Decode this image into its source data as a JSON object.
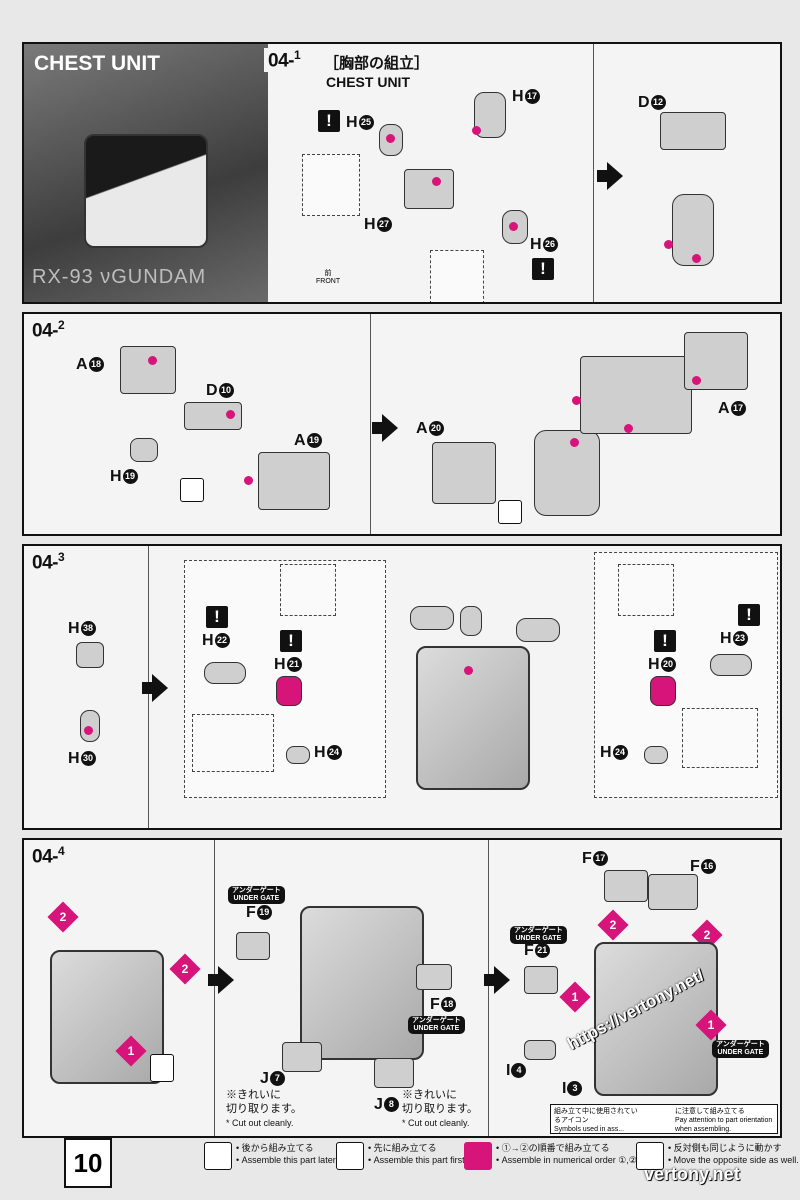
{
  "header": {
    "section_title": "CHEST UNIT",
    "model_name": "RX-93 νGUNDAM"
  },
  "step1": {
    "label": "04-",
    "sub": "1",
    "title_jp": "［胸部の組立］",
    "title_en": "CHEST UNIT",
    "parts": [
      "H",
      "H",
      "H",
      "H",
      "D"
    ],
    "part_nums": [
      "25",
      "17",
      "27",
      "26",
      "12"
    ],
    "front_label": "FRONT",
    "front_jp": "前"
  },
  "step2": {
    "label": "04-",
    "sub": "2",
    "parts": [
      "A",
      "D",
      "H",
      "A",
      "A",
      "A"
    ],
    "part_nums": [
      "18",
      "10",
      "19",
      "19",
      "20",
      "17"
    ]
  },
  "step3": {
    "label": "04-",
    "sub": "3",
    "parts": [
      "H",
      "H",
      "H",
      "H",
      "H",
      "H",
      "H",
      "H"
    ],
    "part_nums": [
      "38",
      "30",
      "22",
      "21",
      "24",
      "23",
      "20",
      "24"
    ]
  },
  "step4": {
    "label": "04-",
    "sub": "4",
    "under_gate_jp": "アンダーゲート",
    "under_gate_en": "UNDER GATE",
    "parts": [
      "F",
      "F",
      "J",
      "J",
      "F",
      "F",
      "F",
      "I",
      "I"
    ],
    "part_nums": [
      "19",
      "18",
      "7",
      "8",
      "17",
      "16",
      "21",
      "4",
      "3"
    ],
    "cut_note_jp1": "※きれいに",
    "cut_note_jp2": "切り取ります。",
    "cut_note_en": "* Cut out cleanly.",
    "attention_jp": "組み立て中に使用されているアイコン",
    "attention_en": "Symbols used in ass...",
    "pay_attention_jp": "に注意して組み立てる",
    "pay_attention_en": "Pay attention to part orientation when assembling.",
    "opposite_jp": "反対側も同じように動かす",
    "opposite_en": "Move the opposite side as well."
  },
  "legend": [
    {
      "jp": "後から組み立てる",
      "en": "Assemble this part later."
    },
    {
      "jp": "先に組み立てる",
      "en": "Assemble this part first."
    },
    {
      "jp": "①→②の順番で組み立てる",
      "en": "Assemble in numerical order ①,②..."
    },
    {
      "jp": "反対側も同じように動かす",
      "en": "Move the opposite side as well."
    }
  ],
  "page_number": "10",
  "watermark": "vertony.net",
  "watermark_url": "https://vertony.net/",
  "colors": {
    "accent": "#d6147a",
    "ink": "#111111",
    "paper": "#f4f4f4"
  }
}
